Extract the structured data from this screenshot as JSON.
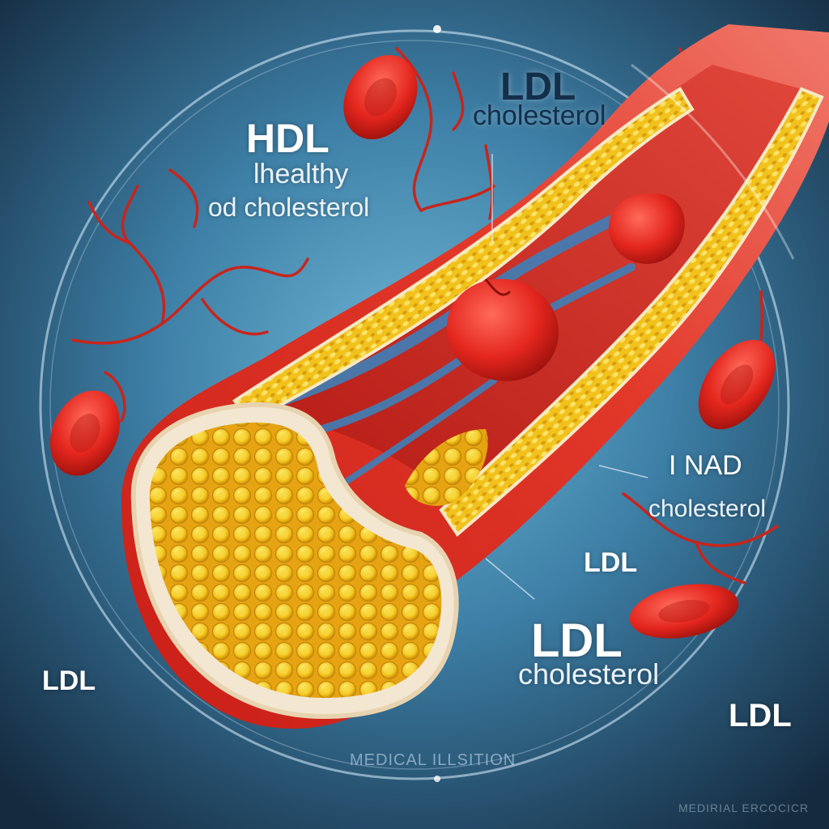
{
  "image": {
    "subject": "cross-section of an artery with cholesterol plaque and red blood cells",
    "colors": {
      "background_center": "#5aa6c9",
      "background_edge": "#142a3f",
      "artery_red": "#d8281e",
      "plaque_yellow": "#f3c21b",
      "blood_cell": "#e32a22",
      "lumen_blue": "#3f7fb8",
      "ring": "#cfe6f5"
    }
  },
  "labels": {
    "hdl_title": "HDL",
    "hdl_line1": "lhealthy",
    "hdl_line2": "od cholesterol",
    "ldl_top_title": "LDL",
    "ldl_top_sub": "cholesterol",
    "nad_title": "I NAD",
    "nad_sub": "cholesterol",
    "ldl_mid": "LDL",
    "ldl_bottom_title": "LDL",
    "ldl_bottom_sub": "cholesterol",
    "ldl_left": "LDL",
    "ldl_right": "LDL",
    "watermark_center": "MEDICAL ILLSITION",
    "watermark_corner": "MEDIRIAL ERCOCICR"
  }
}
